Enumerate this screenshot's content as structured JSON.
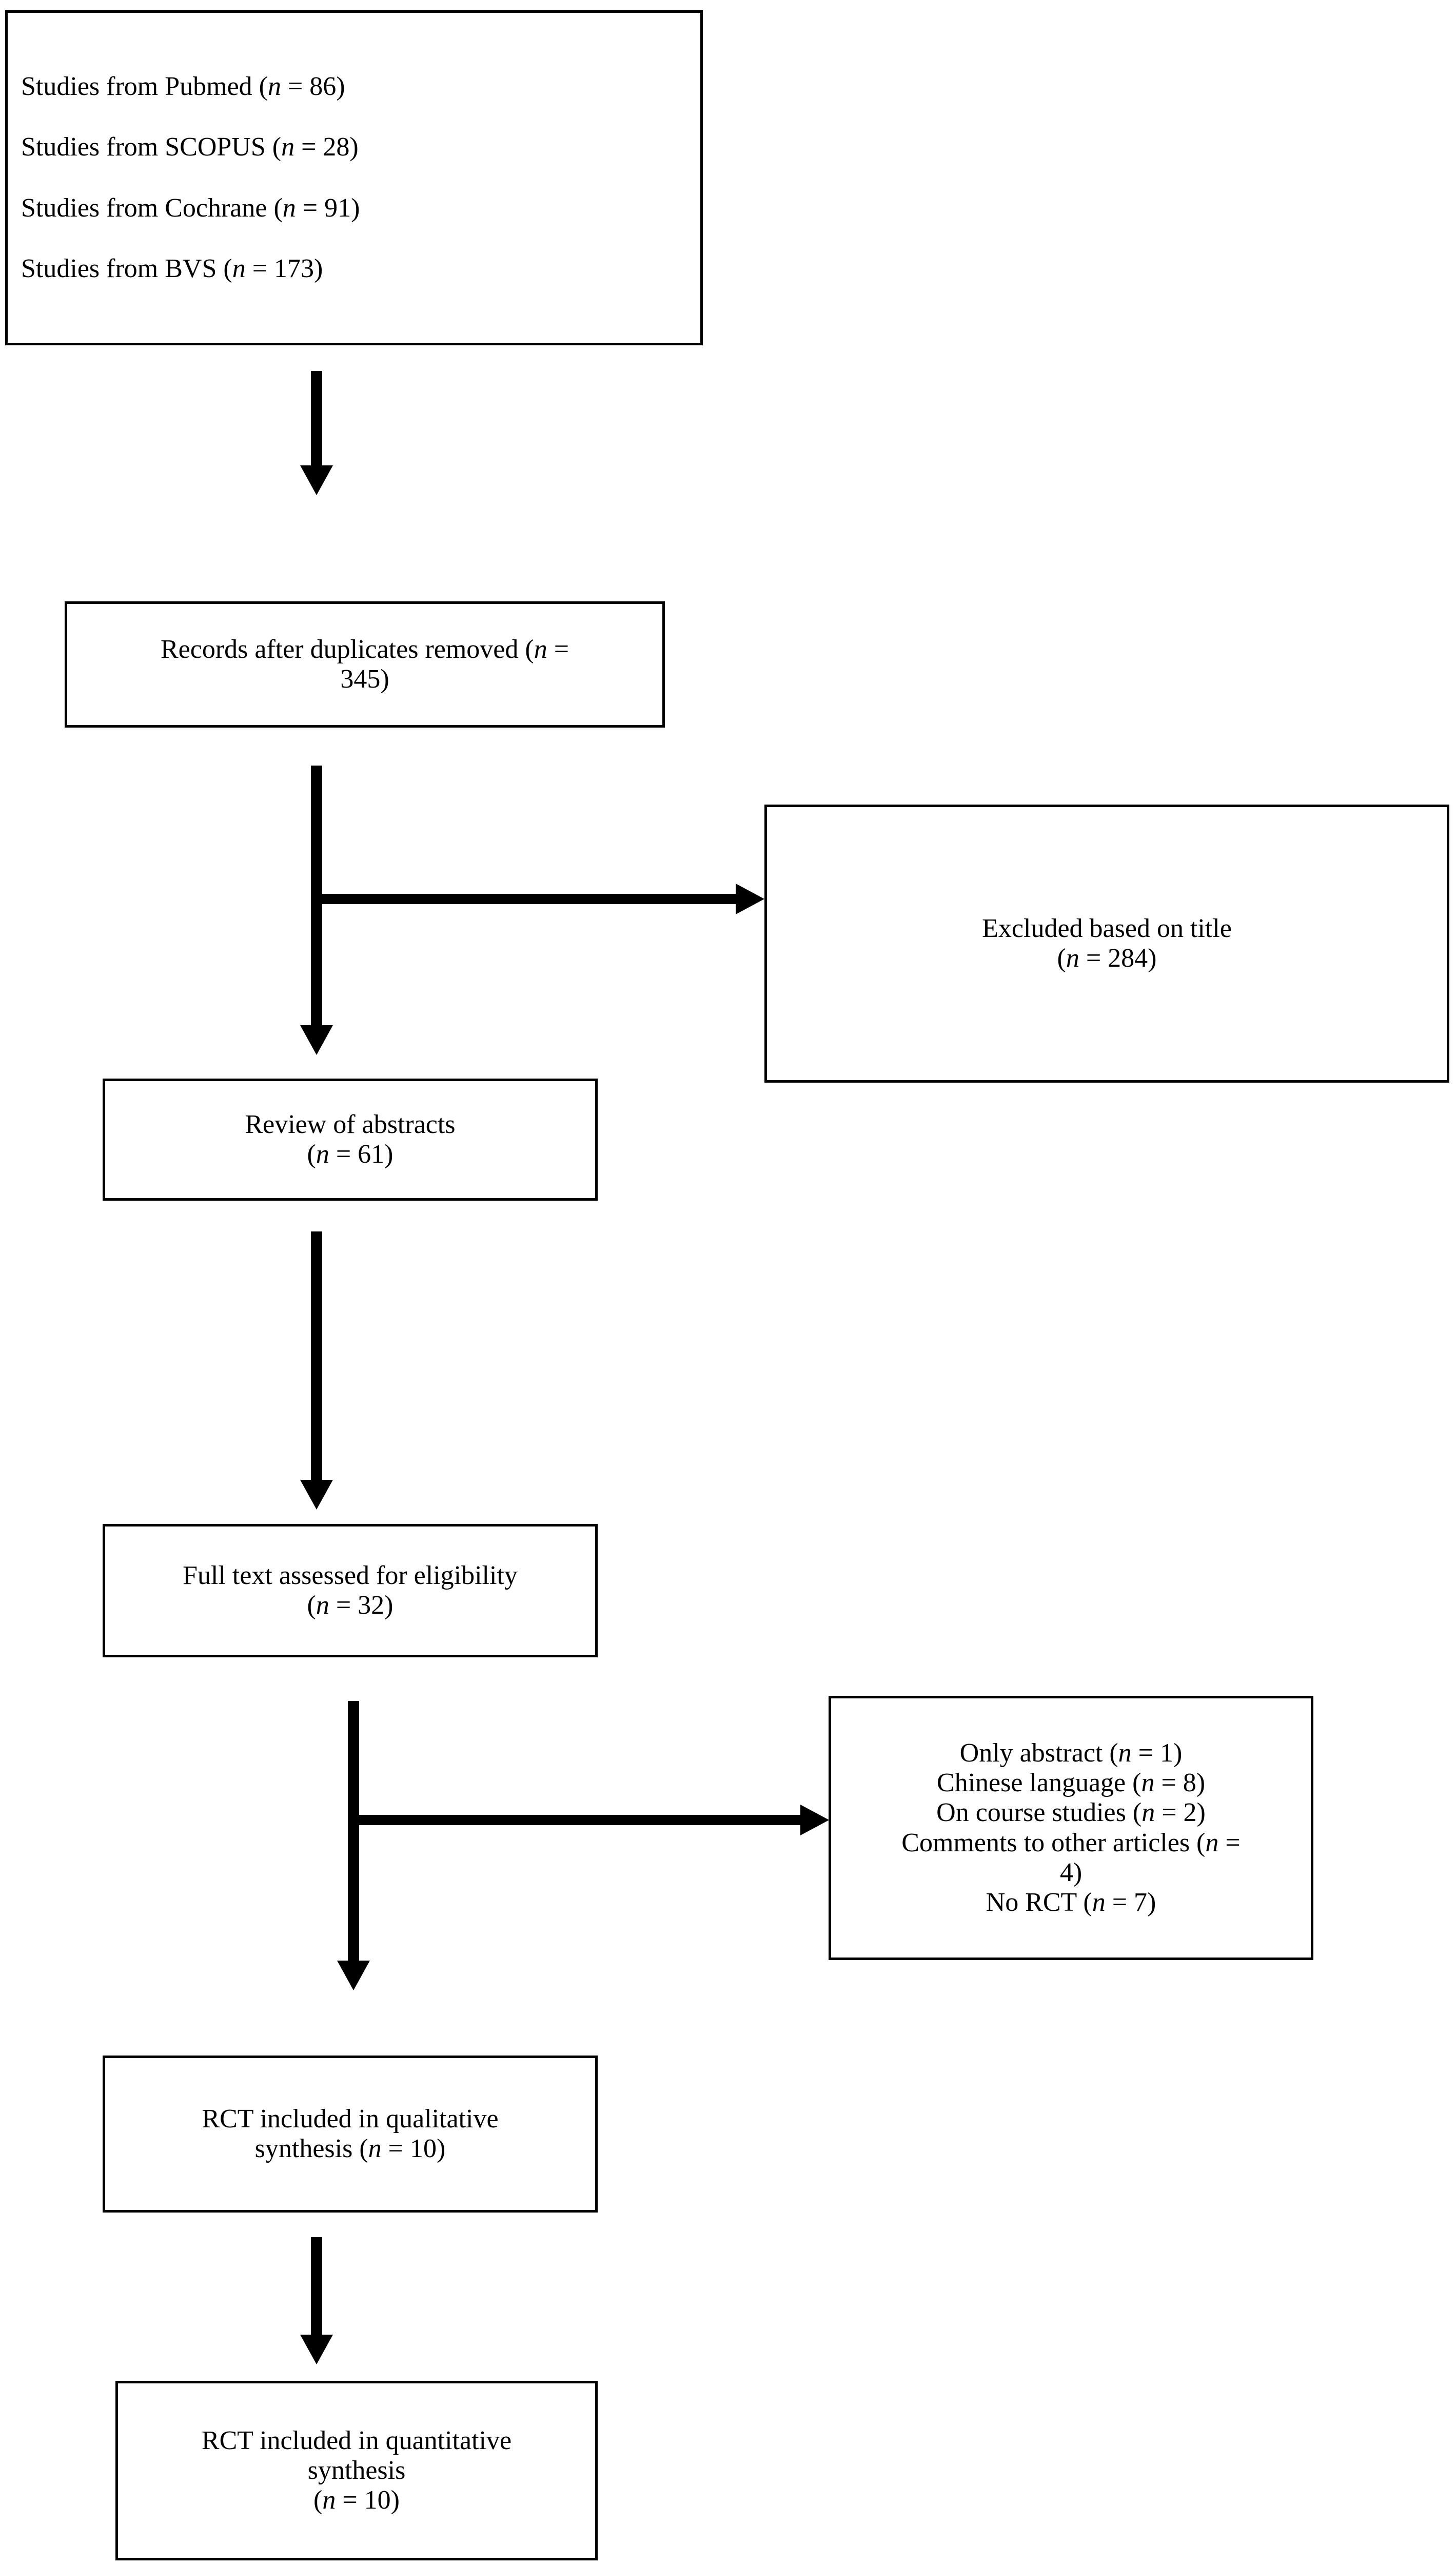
{
  "diagram": {
    "type": "prisma-flow-diagram",
    "title": "PRISMA study selection flow diagram",
    "line_color": "#000000",
    "box_border_color": "#000000",
    "background_color": "#ffffff"
  },
  "boxes": {
    "sources": {
      "name": "identification-sources",
      "lines": [
        "Studies from Pubmed (n = 86)",
        "Studies from SCOPUS (n = 28)",
        "Studies from Cochrane (n = 91)",
        "Studies from BVS (n = 173)"
      ],
      "records": [
        {
          "source": "Pubmed",
          "n": 86
        },
        {
          "source": "SCOPUS",
          "n": 28
        },
        {
          "source": "Cochrane",
          "n": 91
        },
        {
          "source": "BVS",
          "n": 173
        }
      ]
    },
    "after_duplicates": {
      "name": "records-after-duplicates-removed",
      "lines": [
        "Records after duplicates removed (n =",
        "345)"
      ],
      "label": "Records after duplicates removed",
      "n": 345
    },
    "excluded_title": {
      "name": "excluded-based-on-title",
      "lines": [
        "Excluded based on title",
        "(n = 284)"
      ],
      "label": "Excluded based on title",
      "n": 284
    },
    "review_abstracts": {
      "name": "review-of-abstracts",
      "lines": [
        "Review of abstracts",
        "(n = 61)"
      ],
      "label": "Review of abstracts",
      "n": 61
    },
    "full_text": {
      "name": "full-text-assessed-for-eligibility",
      "lines": [
        "Full text assessed for eligibility",
        "(n = 32)"
      ],
      "label": "Full text assessed for eligibility",
      "n": 32
    },
    "excluded_fulltext": {
      "name": "excluded-full-text-reasons",
      "lines": [
        "Only abstract (n = 1)",
        "Chinese language (n = 8)",
        "On course studies (n = 2)",
        "Comments to other articles (n =",
        "4)",
        "No RCT (n = 7)"
      ],
      "reasons": [
        {
          "reason": "Only abstract",
          "n": 1
        },
        {
          "reason": "Chinese language",
          "n": 8
        },
        {
          "reason": "On course studies",
          "n": 2
        },
        {
          "reason": "Comments to other articles",
          "n": 4
        },
        {
          "reason": "No RCT",
          "n": 7
        }
      ]
    },
    "qualitative": {
      "name": "rct-included-qualitative-synthesis",
      "lines": [
        "RCT included in qualitative",
        "synthesis (n = 10)"
      ],
      "label": "RCT included in qualitative synthesis",
      "n": 10
    },
    "quantitative": {
      "name": "rct-included-quantitative-synthesis",
      "lines": [
        "RCT included in quantitative",
        "synthesis",
        "(n = 10)"
      ],
      "label": "RCT included in quantitative synthesis",
      "n": 10
    }
  },
  "connectors": [
    {
      "name": "arrow-sources-to-duplicates",
      "from": "sources",
      "to": "after_duplicates",
      "direction": "down"
    },
    {
      "name": "arrow-duplicates-to-abstracts",
      "from": "after_duplicates",
      "to": "review_abstracts",
      "direction": "down"
    },
    {
      "name": "arrow-duplicates-to-excluded-title",
      "from": "after_duplicates",
      "to": "excluded_title",
      "direction": "right"
    },
    {
      "name": "arrow-abstracts-to-fulltext",
      "from": "review_abstracts",
      "to": "full_text",
      "direction": "down"
    },
    {
      "name": "arrow-fulltext-to-qualitative",
      "from": "full_text",
      "to": "qualitative",
      "direction": "down"
    },
    {
      "name": "arrow-fulltext-to-excluded",
      "from": "full_text",
      "to": "excluded_fulltext",
      "direction": "right"
    },
    {
      "name": "arrow-qualitative-to-quantitative",
      "from": "qualitative",
      "to": "quantitative",
      "direction": "down"
    }
  ]
}
